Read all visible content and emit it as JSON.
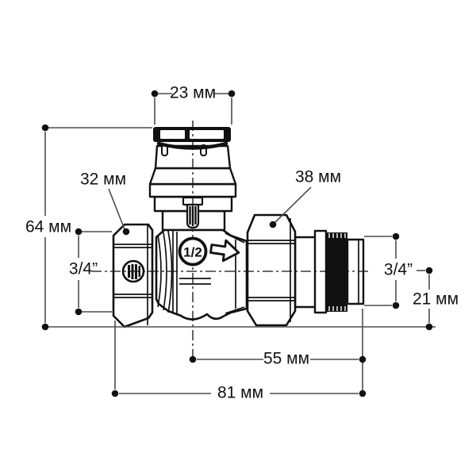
{
  "dimensions": {
    "cap_width": {
      "label": "23 мм"
    },
    "left_nut": {
      "label": "32 мм"
    },
    "right_nut": {
      "label": "38 мм"
    },
    "total_height": {
      "label": "64 мм"
    },
    "left_thread": {
      "label": "3/4”"
    },
    "right_thread": {
      "label": "3/4”"
    },
    "tail_length": {
      "label": "21 мм"
    },
    "axis_to_end": {
      "label": "55 мм"
    },
    "total_length": {
      "label": "81 мм"
    }
  },
  "markings": {
    "body_size": "1/2"
  },
  "colors": {
    "line": "#111111",
    "dimension": "#4d4d4d",
    "background": "#ffffff"
  }
}
